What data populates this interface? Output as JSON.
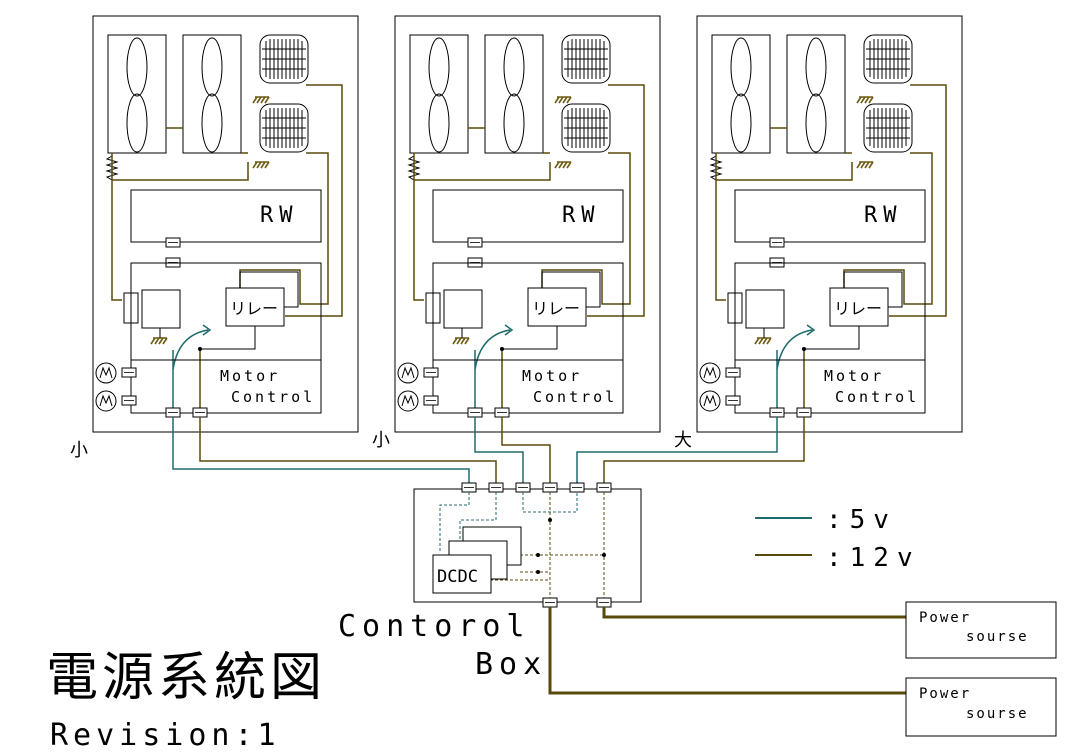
{
  "units": [
    {
      "size_label": "小",
      "rw_label": "RW",
      "relay_label": "リレー",
      "motor_label_1": "Motor",
      "motor_label_2": "Control"
    },
    {
      "size_label": "小",
      "rw_label": "RW",
      "relay_label": "リレー",
      "motor_label_1": "Motor",
      "motor_label_2": "Control"
    },
    {
      "size_label": "大",
      "rw_label": "RW",
      "relay_label": "リレー",
      "motor_label_1": "Motor",
      "motor_label_2": "Control"
    }
  ],
  "control_box": {
    "label_1": "Contorol",
    "label_2": "Box",
    "dcdc_label": "DCDC"
  },
  "legend": {
    "item_5v": ":5v",
    "item_12v": ":12v"
  },
  "power": [
    {
      "label_1": "Power",
      "label_2": "sourse"
    },
    {
      "label_1": "Power",
      "label_2": "sourse"
    }
  ],
  "title": "電源系統図",
  "revision": "Revision:1",
  "colors": {
    "wire_5v": "#1f6b6b",
    "wire_12v": "#5a4a0a",
    "ground": "#6b5a10",
    "line": "#000000"
  }
}
